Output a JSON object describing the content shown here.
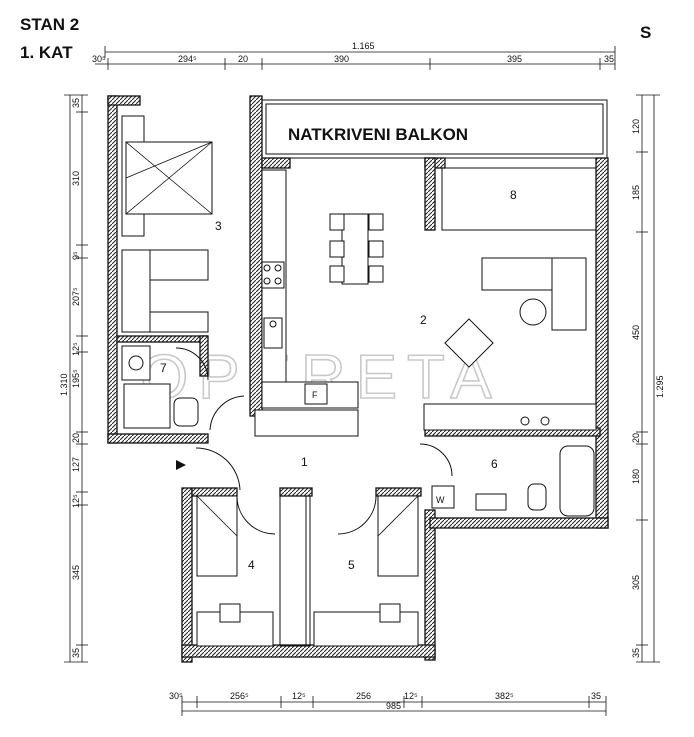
{
  "header": {
    "line1": "STAN 2",
    "line2": "1. KAT",
    "compass": "S"
  },
  "balcony_label": "NATKRIVENI BALKON",
  "watermark": "OPERETA",
  "rooms": {
    "r1": "1",
    "r2": "2",
    "r3": "3",
    "r4": "4",
    "r5": "5",
    "r6": "6",
    "r7": "7",
    "r8": "8"
  },
  "small_labels": {
    "fridge": "F",
    "washer": "W"
  },
  "dimensions": {
    "top_total": "1.165",
    "top": [
      "30⁵",
      "294⁵",
      "20",
      "390",
      "395",
      "35"
    ],
    "bottom_total": "985",
    "bottom": [
      "30⁵",
      "256⁵",
      "12⁵",
      "256",
      "12⁵",
      "382⁵",
      "35"
    ],
    "left_total": "1.310",
    "left": [
      "35",
      "310",
      "9⁵",
      "207⁵",
      "12⁵",
      "195⁵",
      "20",
      "127",
      "12⁵",
      "345",
      "35"
    ],
    "right_total": "1.295",
    "right": [
      "120",
      "185",
      "450",
      "20",
      "180",
      "305",
      "35"
    ]
  }
}
